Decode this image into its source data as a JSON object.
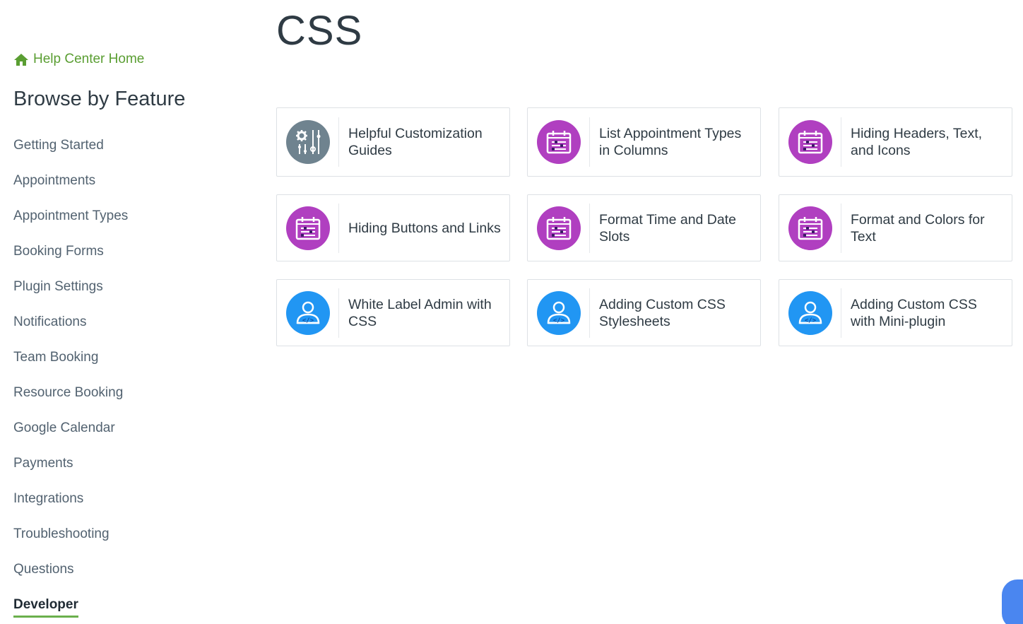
{
  "sidebar": {
    "home_link": "Help Center Home",
    "title": "Browse by Feature",
    "items": [
      {
        "label": "Getting Started"
      },
      {
        "label": "Appointments"
      },
      {
        "label": "Appointment Types"
      },
      {
        "label": "Booking Forms"
      },
      {
        "label": "Plugin Settings"
      },
      {
        "label": "Notifications"
      },
      {
        "label": "Team Booking"
      },
      {
        "label": "Resource Booking"
      },
      {
        "label": "Google Calendar"
      },
      {
        "label": "Payments"
      },
      {
        "label": "Integrations"
      },
      {
        "label": "Troubleshooting"
      },
      {
        "label": "Questions"
      },
      {
        "label": "Developer",
        "active": true
      }
    ]
  },
  "main": {
    "title": "CSS",
    "cards": [
      {
        "label": "Helpful Customization Guides",
        "icon": "settings-sliders-icon",
        "color": "#6f838f"
      },
      {
        "label": "List Appointment Types in Columns",
        "icon": "calendar-form-icon",
        "color": "#b03fc0"
      },
      {
        "label": "Hiding Headers, Text, and Icons",
        "icon": "calendar-form-icon",
        "color": "#b03fc0"
      },
      {
        "label": "Hiding Buttons and Links",
        "icon": "calendar-form-icon",
        "color": "#b03fc0"
      },
      {
        "label": "Format Time and Date Slots",
        "icon": "calendar-form-icon",
        "color": "#b03fc0"
      },
      {
        "label": "Format and Colors for Text",
        "icon": "calendar-form-icon",
        "color": "#b03fc0"
      },
      {
        "label": "White Label Admin with CSS",
        "icon": "developer-icon",
        "color": "#2196f3"
      },
      {
        "label": "Adding Custom CSS Stylesheets",
        "icon": "developer-icon",
        "color": "#2196f3"
      },
      {
        "label": "Adding Custom CSS with Mini-plugin",
        "icon": "developer-icon",
        "color": "#2196f3"
      }
    ]
  },
  "colors": {
    "accent_green": "#5a9e32",
    "active_underline": "#6ab04c",
    "chat_button": "#4a86f0"
  }
}
